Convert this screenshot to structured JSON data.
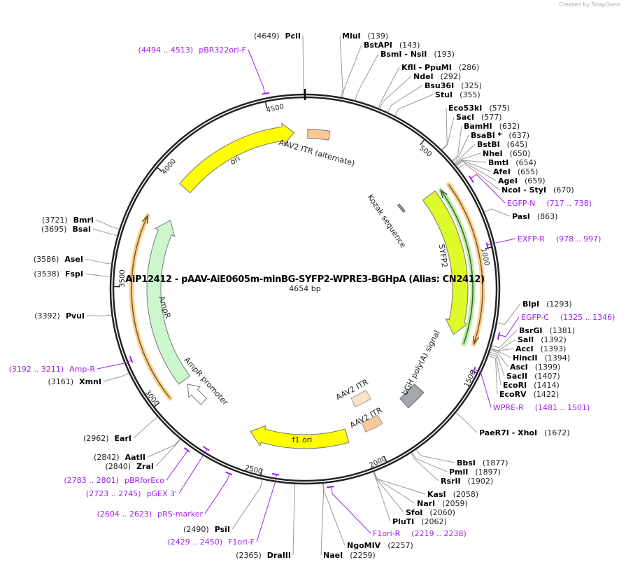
{
  "credit": "Created by SnapGene",
  "title": "AiP12412 - pAAV-AiE0605m-minBG-SYFP2-WPRE3-BGHpA (Alias: CN2412)",
  "length_label": "4654 bp",
  "total_bp": 4654,
  "ticks": [
    "500",
    "1000",
    "1500",
    "2000",
    "2500",
    "3000",
    "3500",
    "4000",
    "4500"
  ],
  "colors": {
    "primer": "#a020f0",
    "backbone": "#222222",
    "ori": "#ffff00",
    "syfp2": "#ddfa2a",
    "ampr": "#ccf7cc",
    "itr_light": "#fde3c6",
    "itr": "#fdc898",
    "bgh": "#a3a7ae",
    "orf_orange": "#fcd090",
    "orf_green": "#b5ee9a"
  },
  "features": [
    {
      "label": "ori",
      "color": "#ffff00",
      "direction": "forward"
    },
    {
      "label": "AAV2 ITR (alternate)",
      "color": "#fdc898"
    },
    {
      "label": "Kozak sequence",
      "color": "#777777"
    },
    {
      "label": "SYFP2",
      "color": "#ddfa2a",
      "direction": "forward"
    },
    {
      "label": "bGH poly(A) signal",
      "color": "#a3a7ae"
    },
    {
      "label": "AAV2 ITR",
      "color": "#fde3c6"
    },
    {
      "label": "AAV2 ITR",
      "color": "#fdc898"
    },
    {
      "label": "f1 ori",
      "color": "#ffff00",
      "direction": "reverse"
    },
    {
      "label": "AmpR",
      "color": "#ccf7cc",
      "direction": "reverse"
    },
    {
      "label": "AmpR promoter",
      "color": "#ffffff",
      "direction": "reverse"
    }
  ],
  "sites": [
    {
      "name": "MluI",
      "pos": "139"
    },
    {
      "name": "BstAPI",
      "pos": "143"
    },
    {
      "name": "BsmI  - NsiI",
      "pos": "193"
    },
    {
      "name": "KflI  - PpuMI",
      "pos": "286"
    },
    {
      "name": "NdeI",
      "pos": "292"
    },
    {
      "name": "Bsu36I",
      "pos": "325"
    },
    {
      "name": "StuI",
      "pos": "355"
    },
    {
      "name": "Eco53kI",
      "pos": "575"
    },
    {
      "name": "SacI",
      "pos": "577"
    },
    {
      "name": "BamHI",
      "pos": "632"
    },
    {
      "name": "BsaBI *",
      "pos": "637"
    },
    {
      "name": "BstBI",
      "pos": "645"
    },
    {
      "name": "NheI",
      "pos": "650"
    },
    {
      "name": "BmtI",
      "pos": "654"
    },
    {
      "name": "AfeI",
      "pos": "655"
    },
    {
      "name": "AgeI",
      "pos": "659"
    },
    {
      "name": "NcoI  - StyI",
      "pos": "670"
    },
    {
      "name": "PasI",
      "pos": "863"
    },
    {
      "name": "BlpI",
      "pos": "1293"
    },
    {
      "name": "BsrGI",
      "pos": "1381"
    },
    {
      "name": "SalI",
      "pos": "1392"
    },
    {
      "name": "AccI",
      "pos": "1393"
    },
    {
      "name": "HincII",
      "pos": "1394"
    },
    {
      "name": "AscI",
      "pos": "1399"
    },
    {
      "name": "SacII",
      "pos": "1407"
    },
    {
      "name": "EcoRI",
      "pos": "1414"
    },
    {
      "name": "EcoRV",
      "pos": "1422"
    },
    {
      "name": "PaeR7I  - XhoI",
      "pos": "1672"
    },
    {
      "name": "BbsI",
      "pos": "1877"
    },
    {
      "name": "PmlI",
      "pos": "1897"
    },
    {
      "name": "RsrII",
      "pos": "1902"
    },
    {
      "name": "KasI",
      "pos": "2058"
    },
    {
      "name": "NarI",
      "pos": "2059"
    },
    {
      "name": "SfoI",
      "pos": "2060"
    },
    {
      "name": "PluTI",
      "pos": "2062"
    },
    {
      "name": "NgoMIV",
      "pos": "2257"
    },
    {
      "name": "NaeI",
      "pos": "2259"
    },
    {
      "name": "DraIII",
      "pos": "2365"
    },
    {
      "name": "PsiI",
      "pos": "2490"
    },
    {
      "name": "ZraI",
      "pos": "2840"
    },
    {
      "name": "AatII",
      "pos": "2842"
    },
    {
      "name": "EarI",
      "pos": "2962"
    },
    {
      "name": "XmnI",
      "pos": "3161"
    },
    {
      "name": "PvuI",
      "pos": "3392"
    },
    {
      "name": "FspI",
      "pos": "3538"
    },
    {
      "name": "AseI",
      "pos": "3586"
    },
    {
      "name": "BsaI",
      "pos": "3695"
    },
    {
      "name": "BmrI",
      "pos": "3721"
    },
    {
      "name": "PciI",
      "pos": "4649"
    }
  ],
  "primers": [
    {
      "name": "EGFP-N",
      "range": "(717 .. 738)"
    },
    {
      "name": "EXFP-R",
      "range": "(978 .. 997)"
    },
    {
      "name": "EGFP-C",
      "range": "(1325 .. 1346)"
    },
    {
      "name": "WPRE-R",
      "range": "(1481 .. 1501)"
    },
    {
      "name": "F1ori-R",
      "range": "(2219 .. 2238)"
    },
    {
      "name": "F1ori-F",
      "range": "(2429 .. 2450)"
    },
    {
      "name": "pRS-marker",
      "range": "(2604 .. 2623)"
    },
    {
      "name": "pGEX 3'",
      "range": "(2723 .. 2745)"
    },
    {
      "name": "pBRforEco",
      "range": "(2783 .. 2801)"
    },
    {
      "name": "Amp-R",
      "range": "(3192 .. 3211)"
    },
    {
      "name": "pBR322ori-F",
      "range": "(4494 .. 4513)"
    }
  ]
}
